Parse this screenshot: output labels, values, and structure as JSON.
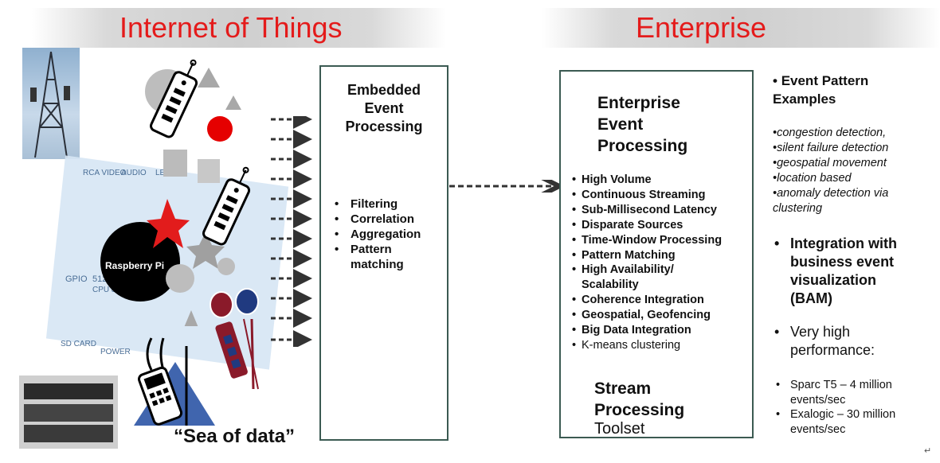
{
  "titles": {
    "left": "Internet of Things",
    "right": "Enterprise"
  },
  "embedded": {
    "heading": [
      "Embedded",
      "Event",
      "Processing"
    ],
    "items": [
      "Filtering",
      "Correlation",
      "Aggregation",
      "Pattern matching"
    ]
  },
  "iot": {
    "board_label": "Raspberry Pi",
    "board_text": [
      "RCA VIDEO",
      "AUDIO",
      "LEDS",
      "GPIO",
      "512MB",
      "CPU & RAM",
      "SD CARD",
      "POWER"
    ],
    "sea_of_data": "“Sea of data”"
  },
  "enterprise": {
    "heading": [
      "Enterprise",
      "Event",
      "Processing"
    ],
    "features": [
      "High Volume",
      "Continuous Streaming",
      "Sub-Millisecond Latency",
      "Disparate Sources",
      "Time-Window Processing",
      "Pattern Matching",
      "High Availability/ Scalability",
      "Coherence Integration",
      "Geospatial, Geofencing",
      "Big Data Integration",
      "K-means clustering"
    ],
    "stream": [
      "Stream",
      "Processing"
    ],
    "toolset": "Toolset"
  },
  "right": {
    "examples_heading": "Event Pattern Examples",
    "examples": [
      "•congestion detection,",
      "•silent failure detection",
      "•geospatial movement",
      "•location based",
      "•anomaly detection via clustering"
    ],
    "integration": "Integration with business event visualization (BAM)",
    "performance": "Very high performance:",
    "perf_items": [
      "Sparc T5 – 4 million events/sec",
      "Exalogic – 30 million events/sec"
    ]
  },
  "footer_mark": "↵"
}
